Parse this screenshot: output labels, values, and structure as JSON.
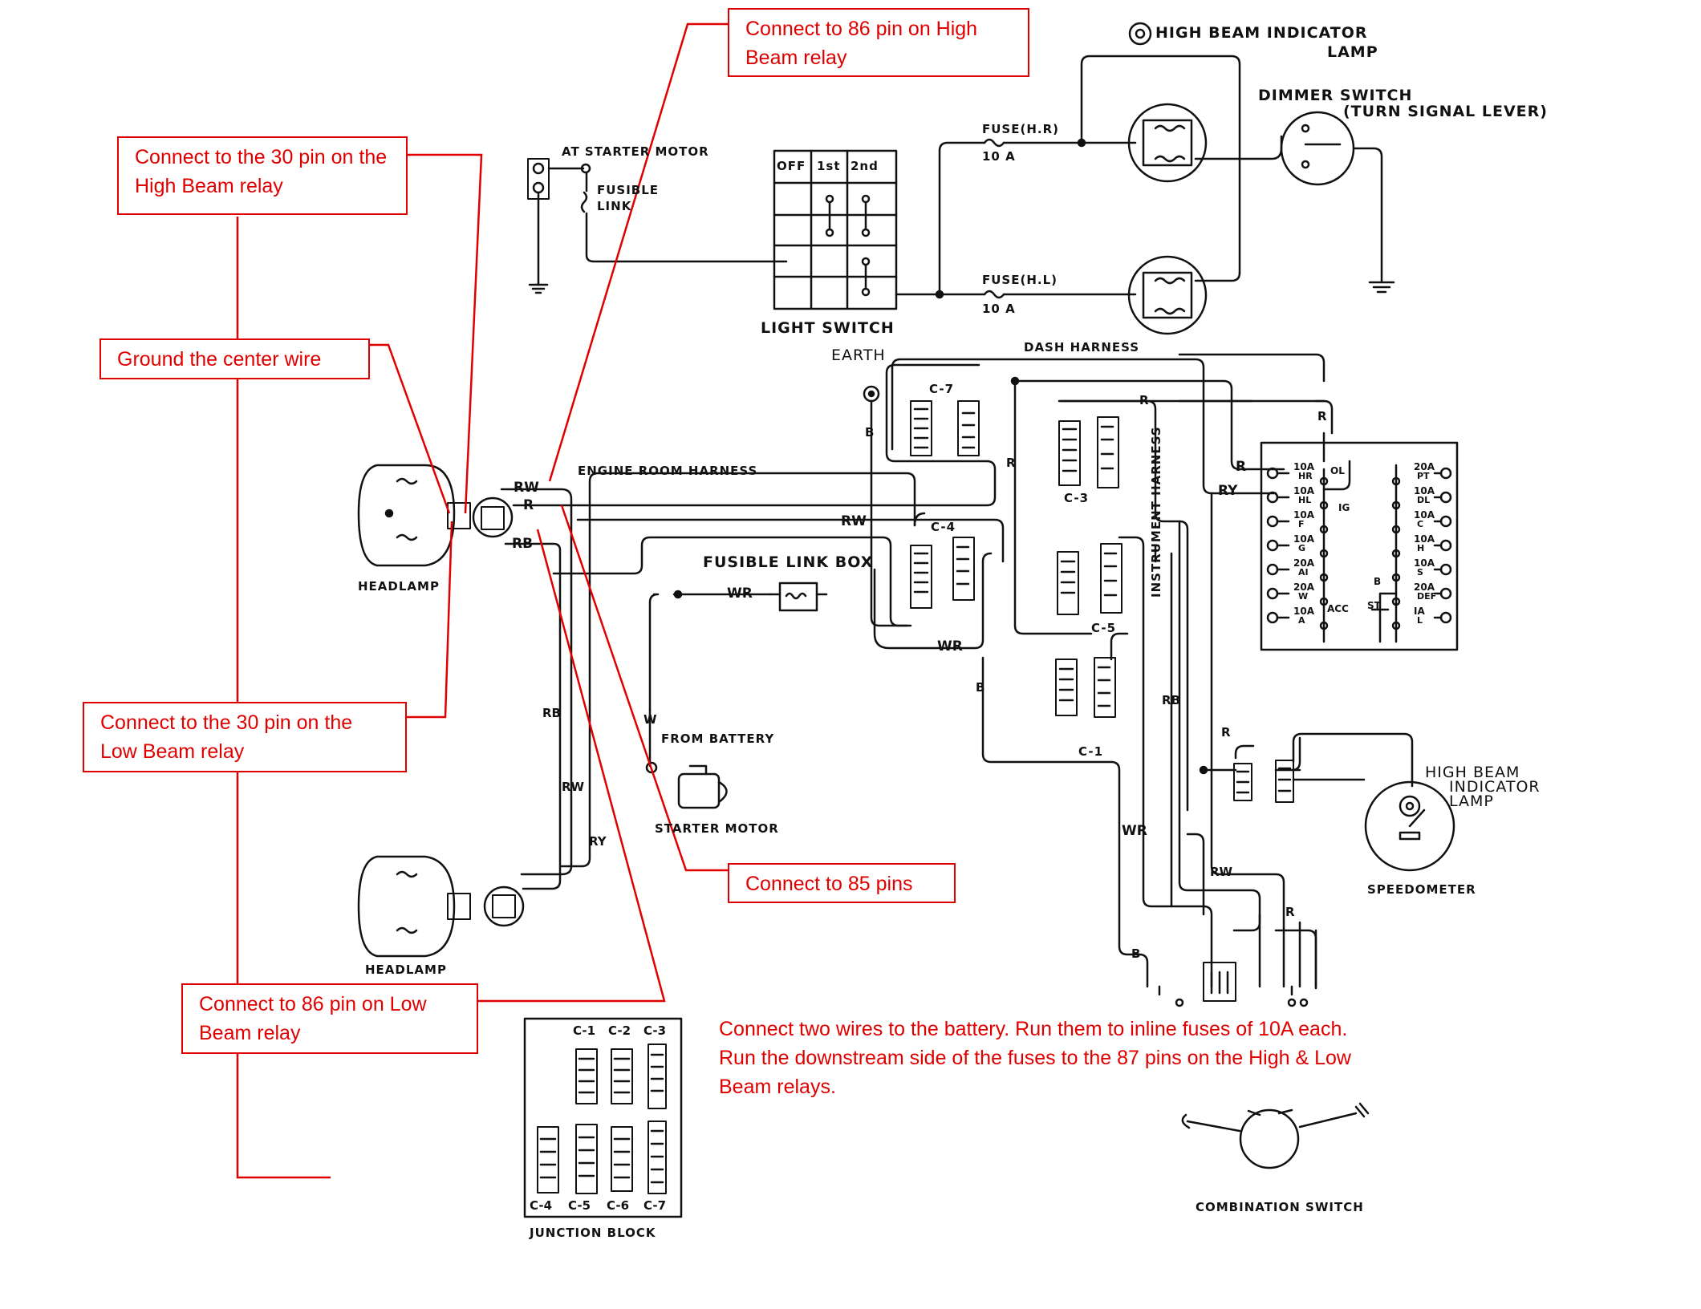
{
  "callouts": {
    "high_beam_30": "Connect to the 30 pin on the High Beam relay",
    "ground_center": "Ground the center wire",
    "low_beam_30": "Connect to the 30 pin on the Low Beam relay",
    "high_beam_86": "Connect to 86 pin on High Beam relay",
    "pins_85": "Connect to 85 pins",
    "low_beam_86": "Connect to 86 pin on Low Beam relay",
    "battery_note": "Connect two wires to the battery. Run them to inline fuses of 10A each. Run the downstream side of the fuses to the 87 pins on the High & Low Beam relays."
  },
  "labels": {
    "high_beam_indicator_top_1": "HIGH BEAM INDICATOR",
    "high_beam_indicator_top_2": "LAMP",
    "dimmer_switch_1": "DIMMER SWITCH",
    "dimmer_switch_2": "(TURN SIGNAL LEVER)",
    "at_starter_motor": "AT STARTER MOTOR",
    "fusible_link_1": "FUSIBLE",
    "fusible_link_2": "LINK",
    "light_switch": "LIGHT SWITCH",
    "ls_off": "OFF",
    "ls_1st": "1st",
    "ls_2nd": "2nd",
    "fuse_hr_1": "FUSE(H.R)",
    "fuse_hr_2": "10 A",
    "fuse_hl_1": "FUSE(H.L)",
    "fuse_hl_2": "10 A",
    "earth": "EARTH",
    "dash_harness": "DASH HARNESS",
    "engine_room_harness": "ENGINE ROOM HARNESS",
    "fusible_link_box": "FUSIBLE LINK BOX",
    "headlamp_top": "HEADLAMP",
    "headlamp_bottom": "HEADLAMP",
    "from_battery": "FROM BATTERY",
    "starter_motor": "STARTER MOTOR",
    "instrument_harness": "INSTRUMENT HARNESS",
    "high_beam_indicator_right_1": "HIGH BEAM",
    "high_beam_indicator_right_2": "INDICATOR",
    "high_beam_indicator_right_3": "LAMP",
    "speedometer": "SPEEDOMETER",
    "combination_switch": "COMBINATION SWITCH",
    "junction_block": "JUNCTION BLOCK",
    "c7": "C-7",
    "c4": "C-4",
    "c3": "C-3",
    "c5": "C-5",
    "c1": "C-1"
  },
  "junction_block_labels": {
    "top": [
      "C-1",
      "C-2",
      "C-3"
    ],
    "bottom": [
      "C-4",
      "C-5",
      "C-6",
      "C-7"
    ]
  },
  "wire_codes": {
    "rw_head": "RW",
    "r_head": "R",
    "rb_head": "RB",
    "rb_vert": "RB",
    "rw_vert": "RW",
    "ry_vert": "RY",
    "rw_mid": "RW",
    "wr_box": "WR",
    "wr_mid": "WR",
    "w_batt": "W",
    "b_earth": "B",
    "b_mid": "B",
    "r_dash": "R",
    "r_c7": "R",
    "r_panel": "R",
    "ry_panel": "RY",
    "r_top": "R",
    "rb_right": "RB",
    "r_speedo": "R",
    "wr_low": "WR",
    "rw_low": "RW",
    "r_low": "R",
    "b_low": "B"
  },
  "fuse_panel": {
    "left": [
      {
        "amp": "10A",
        "name": "HR"
      },
      {
        "amp": "10A",
        "name": "HL"
      },
      {
        "amp": "10A",
        "name": "F"
      },
      {
        "amp": "10A",
        "name": "G"
      },
      {
        "amp": "20A",
        "name": "AI"
      },
      {
        "amp": "20A",
        "name": "W"
      },
      {
        "amp": "10A",
        "name": "A"
      }
    ],
    "right": [
      {
        "amp": "20A",
        "name": "PT"
      },
      {
        "amp": "10A",
        "name": "DL"
      },
      {
        "amp": "10A",
        "name": "C"
      },
      {
        "amp": "10A",
        "name": "H"
      },
      {
        "amp": "10A",
        "name": "S"
      },
      {
        "amp": "20A",
        "name": "DEF"
      },
      {
        "amp": "IA",
        "name": "L"
      }
    ],
    "marks": {
      "ol": "OL",
      "ig": "IG",
      "acc": "ACC",
      "st": "ST",
      "b": "B"
    }
  }
}
